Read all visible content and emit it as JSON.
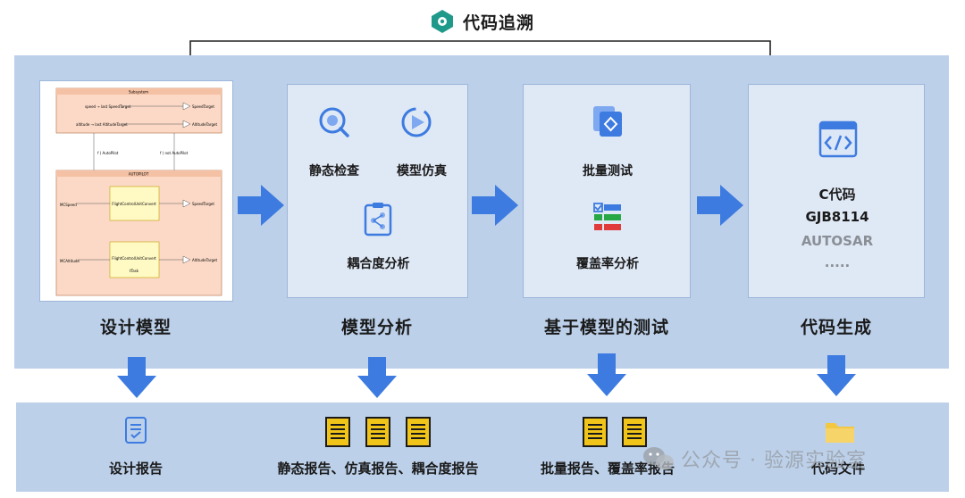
{
  "title": "代码追溯",
  "stages": [
    {
      "label": "设计模型",
      "report": "设计报告"
    },
    {
      "label": "模型分析",
      "items": [
        "静态检查",
        "模型仿真",
        "耦合度分析"
      ],
      "report": "静态报告、仿真报告、耦合度报告"
    },
    {
      "label": "基于模型的测试",
      "items": [
        "批量测试",
        "覆盖率分析"
      ],
      "report": "批量报告、覆盖率报告"
    },
    {
      "label": "代码生成",
      "outputs": [
        "C代码",
        "GJB8114",
        "AUTOSAR",
        "....."
      ],
      "report": "代码文件"
    }
  ],
  "model_diagram": {
    "top_box": "Subsystem",
    "bottom_box": "AUTOPILOT",
    "signals": [
      "speed → last SpeedTarget",
      "altitude → last AltitudeTarget",
      "SpeedTarget",
      "AltitudeTarget",
      "f ( AutoPilot",
      "f ( not AutoPilot",
      "MCSpeed",
      "MCAltitude",
      "FlightControlUnitConvert",
      "FlightControlUnitConvert",
      "SpeedTarget",
      "AltitudeTarget",
      "tTask"
    ]
  },
  "watermark": "公众号 · 验源实验室",
  "colors": {
    "band": "#bcd0ea",
    "card": "#dfe8f5",
    "arrow": "#3d7be0",
    "report_icon": "#f0c419",
    "title_icon": "#1f9a8a"
  }
}
